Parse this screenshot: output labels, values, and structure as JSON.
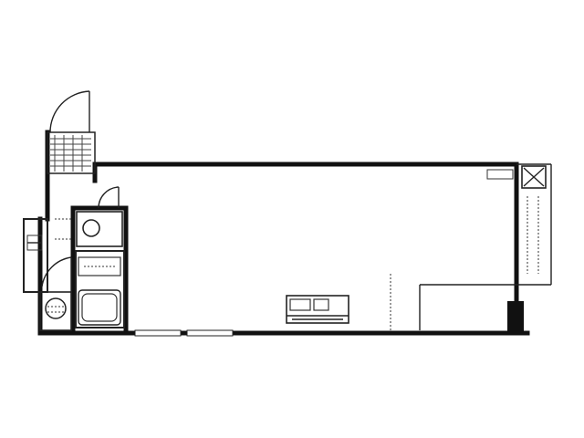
{
  "diagram": {
    "type": "floor-plan",
    "rooms": [
      {
        "id": "main-room",
        "label": ""
      },
      {
        "id": "bathroom",
        "label": ""
      },
      {
        "id": "toilet",
        "label": ""
      },
      {
        "id": "kitchen",
        "label": ""
      },
      {
        "id": "entrance",
        "label": ""
      },
      {
        "id": "balcony",
        "label": ""
      }
    ],
    "colors": {
      "wall": "#111111",
      "line": "#222222",
      "background": "#ffffff"
    }
  }
}
